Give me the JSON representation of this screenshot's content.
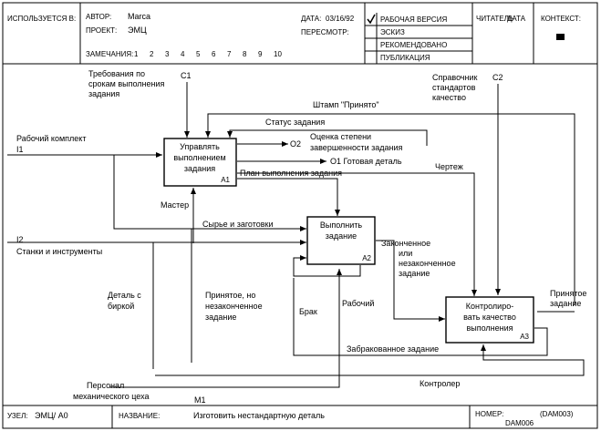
{
  "header": {
    "used_at_label": "ИСПОЛЬЗУЕТСЯ В:",
    "author_label": "АВТОР:",
    "author_value": "Marca",
    "project_label": "ПРОЕКТ:",
    "project_value": "ЭМЦ",
    "notes_label": "ЗАМЕЧАНИЯ:",
    "note_numbers": [
      "1",
      "2",
      "3",
      "4",
      "5",
      "6",
      "7",
      "8",
      "9",
      "10"
    ],
    "date_label": "ДАТА:",
    "date_value": "03/16/92",
    "revision_label": "ПЕРЕСМОТР:",
    "status_options": [
      "РАБОЧАЯ ВЕРСИЯ",
      "ЭСКИЗ",
      "РЕКОМЕНДОВАНО",
      "ПУБЛИКАЦИЯ"
    ],
    "checked_status": "РАБОЧАЯ ВЕРСИЯ",
    "reader_label": "ЧИТАТЕЛЬ",
    "reader_date_label": "ДАТА",
    "context_label": "КОНТЕКСТ:"
  },
  "footer": {
    "node_label": "УЗЕЛ:",
    "node_value": "ЭМЦ/ А0",
    "title_label": "НАЗВАНИЕ:",
    "title_value": "Изготовить нестандартную деталь",
    "number_label": "НОМЕР:",
    "number_value": "(DAM003)",
    "number_sub": "DAM006"
  },
  "diagram": {
    "boxes": [
      {
        "id": "A1",
        "lines": [
          "Управлять",
          "выполнением",
          "задания"
        ]
      },
      {
        "id": "A2",
        "lines": [
          "Выполнить",
          "задание"
        ]
      },
      {
        "id": "A3",
        "lines": [
          "Контролиро-",
          "вать качество",
          "выполнения"
        ]
      }
    ],
    "labels": {
      "c1_code": "C1",
      "c1_text": [
        "Требования по",
        "срокам выполнения",
        "задания"
      ],
      "c2_code": "C2",
      "c2_text": [
        "Справочник",
        "стандартов",
        "качество"
      ],
      "stamp": "Штамп \"Принято\"",
      "task_status": "Статус задания",
      "o2_code": "O2",
      "o2_text": [
        "Оценка степени",
        "завершенности задания"
      ],
      "o1_text": "O1 Готовая деталь",
      "plan": "План выполнения задания",
      "drawing": "Чертеж",
      "work_set": "Рабочий комплект",
      "i1_code": "I1",
      "master": "Мастер",
      "raw": "Сырье и заготовки",
      "i2_code": "I2",
      "tools": "Станки и инструменты",
      "finished": [
        "Законченное",
        "или",
        "незаконченное",
        "задание"
      ],
      "part_tag": [
        "Деталь с",
        "биркой"
      ],
      "accepted_unfinished": [
        "Принятое, но",
        "незаконченное",
        "задание"
      ],
      "worker": "Рабочий",
      "reject": "Брак",
      "accepted_task": [
        "Принятое",
        "задание"
      ],
      "rejected_task": "Забракованное задание",
      "personnel": [
        "Персонал",
        "механического цеха"
      ],
      "m1_code": "M1",
      "controller": "Контролер"
    }
  }
}
